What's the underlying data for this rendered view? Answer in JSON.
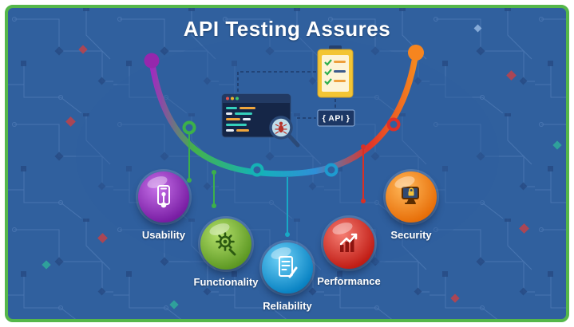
{
  "title": "API Testing Assures",
  "colors": {
    "background": "#30609e",
    "frame_border": "#55b74a",
    "arc_purple": "#a02bbf",
    "arc_green": "#44b24c",
    "arc_teal": "#13b3b9",
    "arc_blue": "#2f8fd8",
    "arc_red": "#e23327",
    "arc_orange": "#f6891e"
  },
  "center_illustration": {
    "api_label": "{ API }",
    "icons": [
      "code-editor-window",
      "bug-magnifier-icon",
      "checklist-clipboard"
    ]
  },
  "items": [
    {
      "label": "Usability",
      "color": "#9c27b0",
      "icon": "hand-tap-phone-icon"
    },
    {
      "label": "Functionality",
      "color": "#7cb342",
      "icon": "gear-wrench-icon"
    },
    {
      "label": "Reliability",
      "color": "#29b6f6",
      "icon": "document-pencil-icon"
    },
    {
      "label": "Performance",
      "color": "#e53935",
      "icon": "growth-chart-icon"
    },
    {
      "label": "Security",
      "color": "#fb8c00",
      "icon": "secure-monitor-icon"
    }
  ]
}
